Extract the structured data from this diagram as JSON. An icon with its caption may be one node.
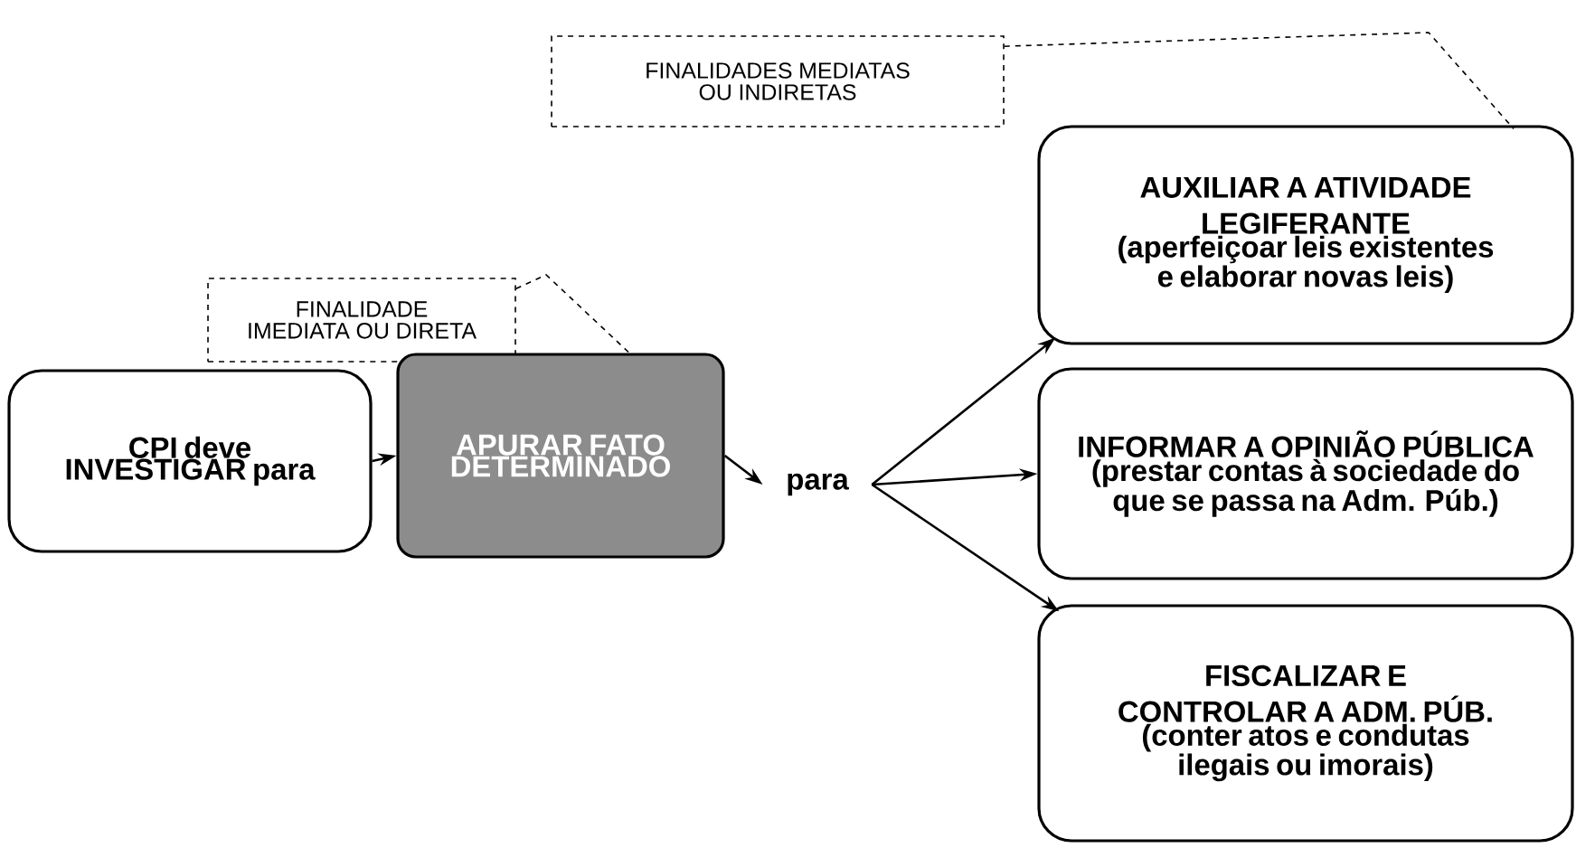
{
  "diagram": {
    "nodes": [
      {
        "text": [
          "FINALIDADES MEDIATAS OU INDIRETAS"
        ]
      },
      {
        "text": [
          "FINALIDADE IMEDIATA OU DIRETA"
        ]
      },
      {
        "text": [
          "CPI deve INVESTIGAR para"
        ]
      },
      {
        "text": [
          "APURAR FATO DETERMINADO"
        ]
      },
      {
        "text": [
          "para"
        ]
      },
      {
        "text": [
          "AUXILIAR A ATIVIDADE LEGIFERANTE",
          "(aperfeiçoar leis existentes e elaborar novas leis)"
        ]
      },
      {
        "text": [
          "INFORMAR A OPINIÃO PÚBLICA (prestar contas à sociedade do que se passa na Adm. Púb.)"
        ]
      },
      {
        "text": [
          "FISCALIZAR E CONTROLAR A ADM. PÚB.",
          "(conter atos e condutas ilegais ou imorais)"
        ]
      }
    ],
    "edges": [
      {
        "from": 2,
        "to": 3,
        "arrow": "to"
      },
      {
        "from": 3,
        "to": 4,
        "arrow": "to"
      },
      {
        "from": 4,
        "to": 5,
        "arrow": "to"
      },
      {
        "from": 4,
        "to": 6,
        "arrow": "to"
      },
      {
        "from": 4,
        "to": 7,
        "arrow": "to"
      },
      {
        "from": 0,
        "to": 5,
        "arrow": "none",
        "style": "dashed"
      },
      {
        "from": 1,
        "to": 3,
        "arrow": "none",
        "style": "dashed"
      }
    ]
  }
}
